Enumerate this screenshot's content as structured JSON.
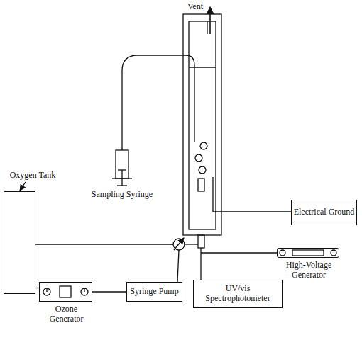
{
  "diagram": {
    "nodes": [
      {
        "text": [
          "Oxygen Tank"
        ]
      },
      {
        "text": [
          "Electrical Ground"
        ]
      },
      {
        "text": [
          "High-Voltage Generator"
        ]
      },
      {
        "text": [
          "Ozone Generator"
        ]
      },
      {
        "text": [
          "Syringe Pump"
        ]
      },
      {
        "text": [
          "UV/vis Spectrophotometer"
        ]
      }
    ],
    "edges": [
      {
        "from": 0,
        "to": 3,
        "arrow": "none"
      },
      {
        "from": 3,
        "to": 4,
        "arrow": "none"
      }
    ],
    "labels": [
      "Vent",
      "Sampling Syringe"
    ]
  }
}
